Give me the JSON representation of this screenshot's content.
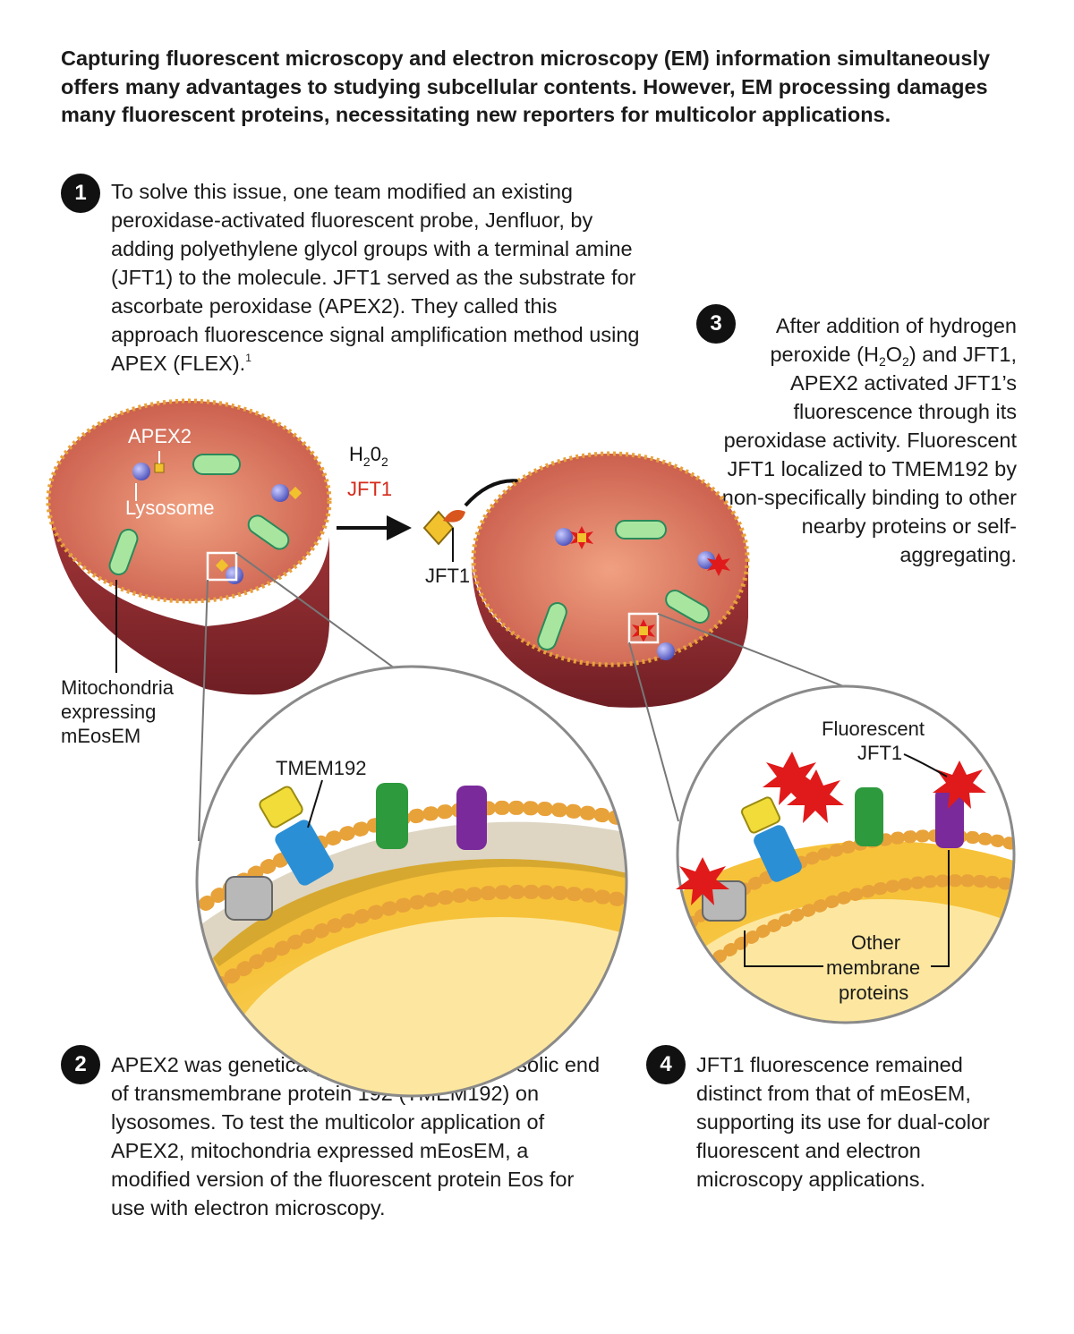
{
  "intro": "Capturing fluorescent microscopy and electron microscopy (EM) information simultaneously offers many advantages to studying subcellular contents. However, EM processing damages many fluorescent proteins, necessitating new reporters for multicolor applications.",
  "steps": [
    {
      "number": "1",
      "text": "To solve this issue, one team modified an existing peroxidase-activated fluorescent probe, Jenfluor, by adding polyethylene glycol groups with a terminal amine (JFT1) to the molecule. JFT1 served as the substrate for ascorbate peroxidase (APEX2). They called this approach fluorescence signal amplification method using APEX (FLEX).",
      "footnote": "1"
    },
    {
      "number": "2",
      "text": "APEX2 was genetically encoded to the cytosolic end of transmembrane protein 192 (TMEM192) on lysosomes. To test the multicolor application of APEX2, mitochondria expressed mEosEM, a modified version of the fluorescent protein Eos for use with electron microscopy."
    },
    {
      "number": "3",
      "text_parts": [
        "After addition of hydrogen peroxide (H",
        "2",
        "O",
        "2",
        ") and JFT1, APEX2 activated JFT1’s fluorescence through its peroxidase activity. Fluorescent JFT1 localized to TMEM192 by non-specifically binding to other nearby proteins or self-aggregating."
      ]
    },
    {
      "number": "4",
      "text": "JFT1 fluorescence remained distinct from that of mEosEM, supporting its use for dual-color fluorescent and electron microscopy applications."
    }
  ],
  "labels": {
    "apex2": "APEX2",
    "lysosome": "Lysosome",
    "mito": [
      "Mitochondria",
      "expressing",
      "mEosEM"
    ],
    "h2o2": [
      "H",
      "2",
      "0",
      "2"
    ],
    "jft1_red": "JFT1",
    "jft1_black": "JFT1",
    "tmem192": "TMEM192",
    "fluor_jft1": [
      "Fluorescent",
      "JFT1"
    ],
    "other_proteins": [
      "Other",
      "membrane",
      "proteins"
    ]
  },
  "colors": {
    "cell_fill": "#d9765f",
    "cell_side": "#8f2f30",
    "membrane_dots": "#e8a23a",
    "mitochondria": "#a8e6a0",
    "lysosome": "#5b5fc7",
    "apex2": "#f2c12e",
    "jft1_red": "#d62a1a",
    "fluorescence": "#e01a1a",
    "vesicle_interior": "#fbd86a"
  }
}
